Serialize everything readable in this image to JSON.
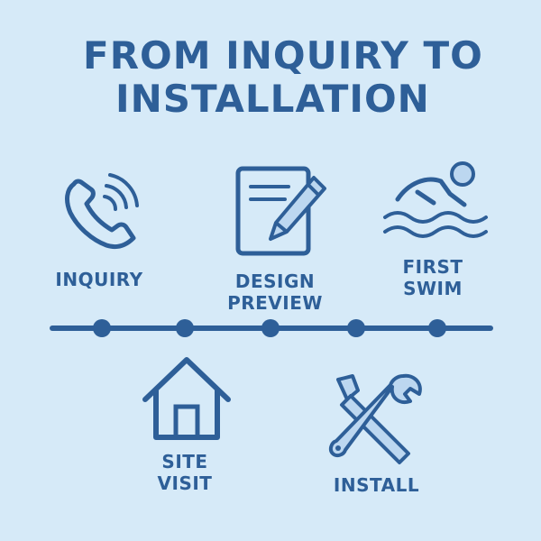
{
  "title": {
    "line1": "FROM INQUIRY TO",
    "line2": "INSTALLATION"
  },
  "colors": {
    "background": "#d6eaf8",
    "primary": "#2e5f98",
    "icon_fill": "#bcd7f0"
  },
  "steps": [
    {
      "icon": "phone-icon",
      "label": "INQUIRY"
    },
    {
      "icon": "document-pencil-icon",
      "label": "DESIGN PREVIEW",
      "lines": [
        "DESIGN",
        "PREVIEW"
      ]
    },
    {
      "icon": "swimmer-icon",
      "label": "FIRST SWIM",
      "lines": [
        "FIRST",
        "SWIM"
      ]
    },
    {
      "icon": "house-icon",
      "label": "SITE VISIT",
      "lines": [
        "SITE",
        "VISIT"
      ]
    },
    {
      "icon": "tools-icon",
      "label": "INSTALL"
    }
  ],
  "timeline": {
    "dot_count": 5
  }
}
